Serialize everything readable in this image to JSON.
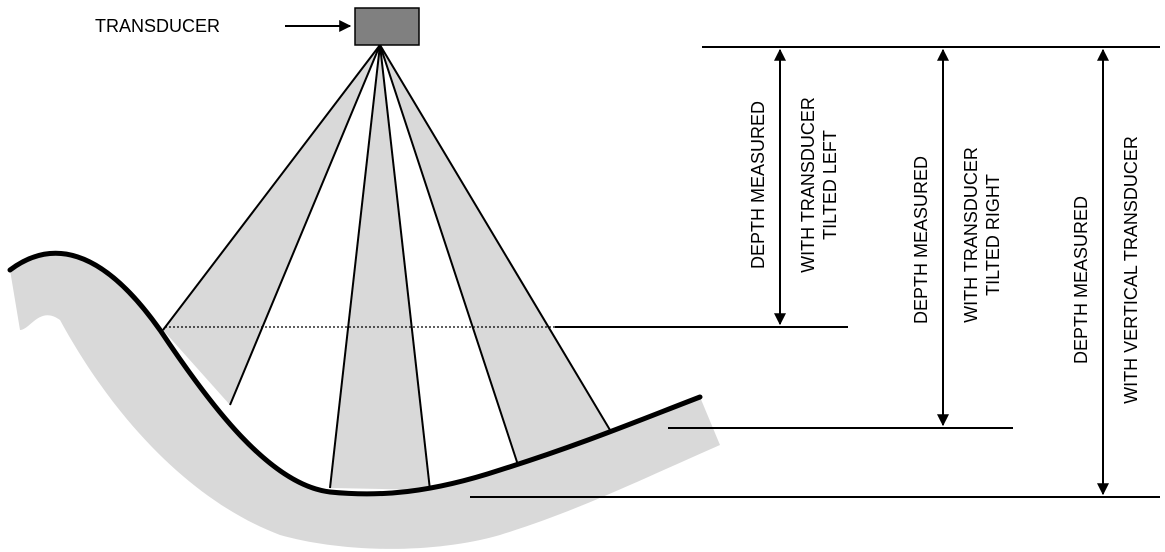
{
  "transducer": {
    "label": "TRANSDUCER"
  },
  "depth_labels": {
    "left": {
      "line1": "DEPTH MEASURED",
      "line2": "WITH TRANSDUCER",
      "line3": "TILTED LEFT"
    },
    "right": {
      "line1": "DEPTH MEASURED",
      "line2": "WITH TRANSDUCER",
      "line3": "TILTED RIGHT"
    },
    "vertical": {
      "line1": "DEPTH MEASURED",
      "line2": "WITH VERTICAL TRANSDUCER"
    }
  },
  "colors": {
    "beam": "#d9d9d9",
    "seabed": "#d9d9d9",
    "transducer": "#808080",
    "line": "#000000"
  }
}
